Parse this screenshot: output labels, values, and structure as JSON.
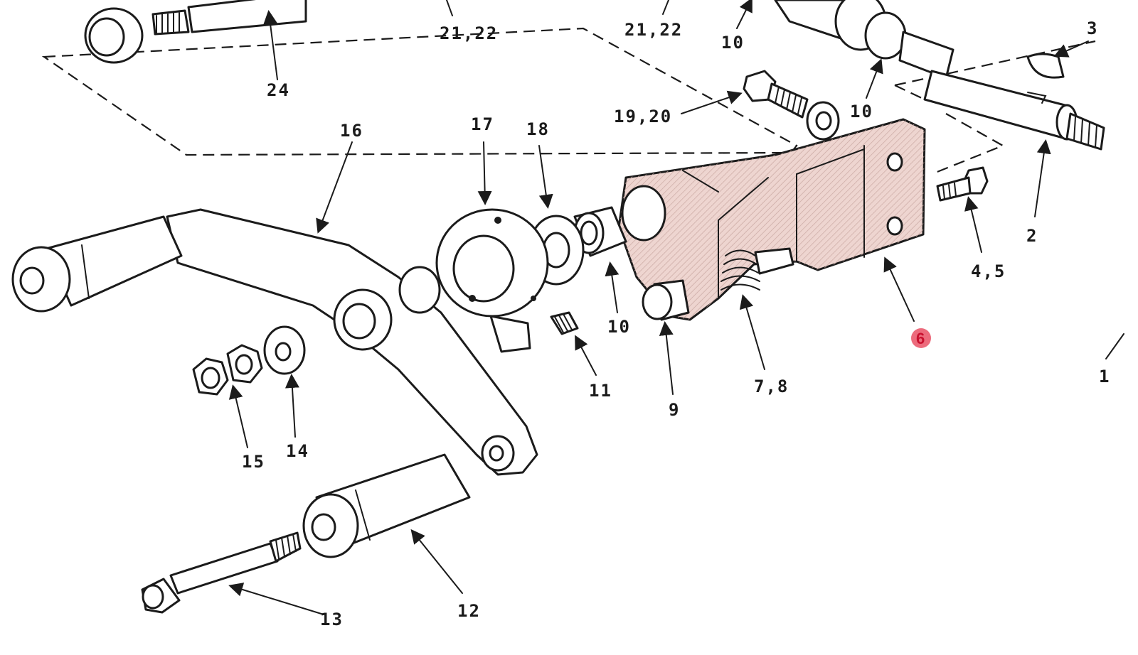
{
  "diagram": {
    "labels": [
      "24",
      "21,22",
      "21,22",
      "10",
      "3",
      "10",
      "19,20",
      "16",
      "17",
      "18",
      "10",
      "2",
      "4,5",
      "6",
      "1",
      "11",
      "9",
      "7,8",
      "15",
      "14",
      "13",
      "12"
    ],
    "highlight": {
      "part_label": "6",
      "color": "#eed5d0",
      "marker_color": "#e53950"
    }
  }
}
